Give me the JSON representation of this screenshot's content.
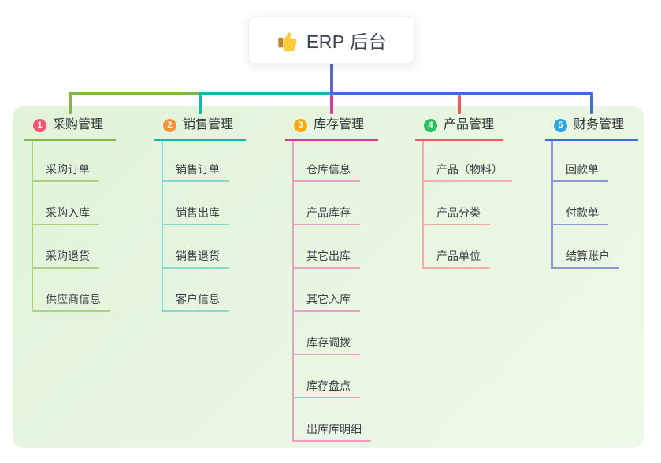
{
  "root": {
    "title": "ERP 后台",
    "icon": "thumbs-up-icon",
    "card_bg": "#ffffff",
    "connector_color": "#5a68c9"
  },
  "canvas": {
    "background": "#ffffff",
    "panel_bg_start": "#e2f3da",
    "panel_bg_end": "#eef8e8"
  },
  "branches": [
    {
      "number": "1",
      "label": "采购管理",
      "badge_color": "#f65573",
      "line_color": "#7eba3f",
      "light_line_color": "#a9d583",
      "children": [
        "采购订单",
        "采购入库",
        "采购退货",
        "供应商信息"
      ]
    },
    {
      "number": "2",
      "label": "销售管理",
      "badge_color": "#f9923f",
      "line_color": "#13b8a8",
      "light_line_color": "#8ad8cd",
      "children": [
        "销售订单",
        "销售出库",
        "销售退货",
        "客户信息"
      ]
    },
    {
      "number": "3",
      "label": "库存管理",
      "badge_color": "#f8a818",
      "line_color": "#d93a92",
      "light_line_color": "#f19cc6",
      "children": [
        "仓库信息",
        "产品库存",
        "其它出库",
        "其它入库",
        "库存调拨",
        "库存盘点",
        "出库库明细"
      ]
    },
    {
      "number": "4",
      "label": "产品管理",
      "badge_color": "#2fbf60",
      "line_color": "#f25b5e",
      "light_line_color": "#f9aba7",
      "children": [
        "产品（物料）",
        "产品分类",
        "产品单位"
      ]
    },
    {
      "number": "5",
      "label": "财务管理",
      "badge_color": "#2fa7e2",
      "line_color": "#3f6cd8",
      "light_line_color": "#8a99cf",
      "children": [
        "回款单",
        "付款单",
        "结算账户"
      ]
    }
  ]
}
